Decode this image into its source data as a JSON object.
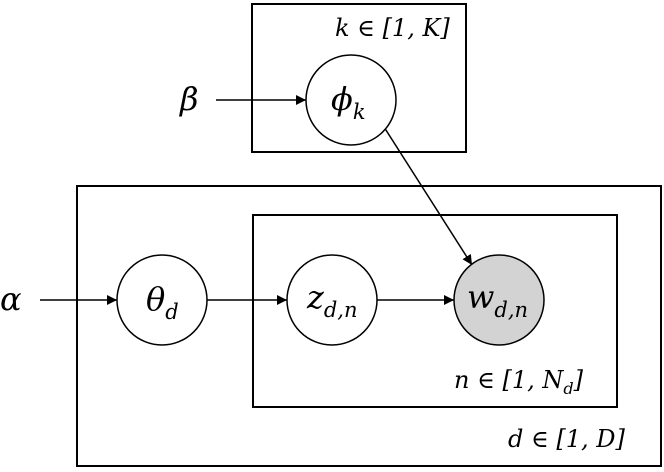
{
  "plates": {
    "topic": {
      "label": "k ∈ [1, K]"
    },
    "document": {
      "label": "d ∈ [1, D]"
    },
    "word": {
      "label": "n ∈ [1, N_d]"
    }
  },
  "hyperparameters": {
    "beta": "β",
    "alpha": "α"
  },
  "nodes": {
    "phi": {
      "symbol": "ϕ",
      "subscript": "k",
      "observed": false
    },
    "theta": {
      "symbol": "θ",
      "subscript": "d",
      "observed": false
    },
    "z": {
      "symbol": "z",
      "subscript": "d,n",
      "observed": false
    },
    "w": {
      "symbol": "w",
      "subscript": "d,n",
      "observed": true
    }
  },
  "edges": [
    {
      "from": "beta",
      "to": "phi"
    },
    {
      "from": "phi",
      "to": "w"
    },
    {
      "from": "alpha",
      "to": "theta"
    },
    {
      "from": "theta",
      "to": "z"
    },
    {
      "from": "z",
      "to": "w"
    }
  ],
  "colors": {
    "observed_fill": "#d3d3d3",
    "latent_fill": "#ffffff",
    "stroke": "#000000"
  }
}
